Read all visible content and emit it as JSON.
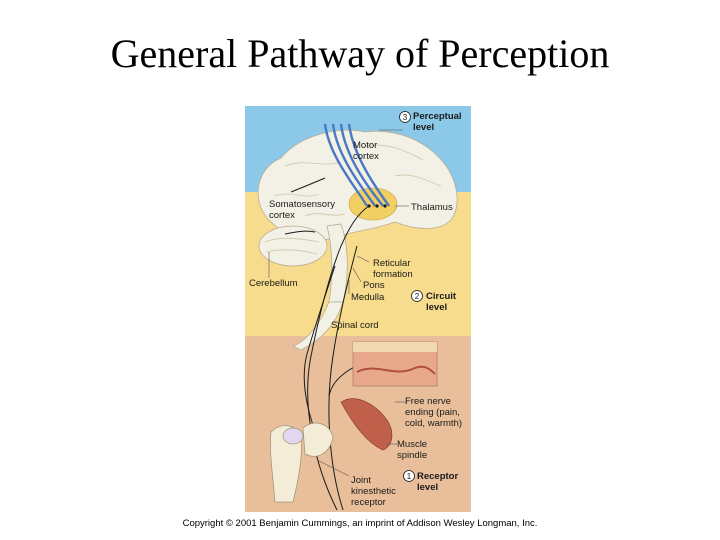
{
  "title": "General Pathway of Perception",
  "levels": {
    "perceptual": {
      "number": "3",
      "line1": "Perceptual",
      "line2": "level"
    },
    "circuit": {
      "number": "2",
      "line1": "Circuit",
      "line2": "level"
    },
    "receptor": {
      "number": "1",
      "line1": "Receptor",
      "line2": "level"
    }
  },
  "labels": {
    "motor_cortex": [
      "Motor",
      "cortex"
    ],
    "somatosensory_cortex": [
      "Somatosensory",
      "cortex"
    ],
    "thalamus": "Thalamus",
    "reticular_formation": [
      "Reticular",
      "formation"
    ],
    "pons": "Pons",
    "medulla": "Medulla",
    "cerebellum": "Cerebellum",
    "spinal_cord": "Spinal cord",
    "free_nerve_ending": [
      "Free nerve",
      "ending (pain,",
      "cold, warmth)"
    ],
    "muscle_spindle": [
      "Muscle",
      "spindle"
    ],
    "joint_receptor": [
      "Joint",
      "kinesthetic",
      "receptor"
    ]
  },
  "colors": {
    "perceptual_band": "#8cc8e8",
    "circuit_band": "#f6dc8c",
    "receptor_band": "#e8bf9a",
    "brain": "#f3f0e6",
    "motor_tract": "#4a78c4",
    "thalamus": "#f2cf62"
  },
  "copyright": "Copyright © 2001 Benjamin Cummings, an imprint of Addison Wesley Longman, Inc."
}
